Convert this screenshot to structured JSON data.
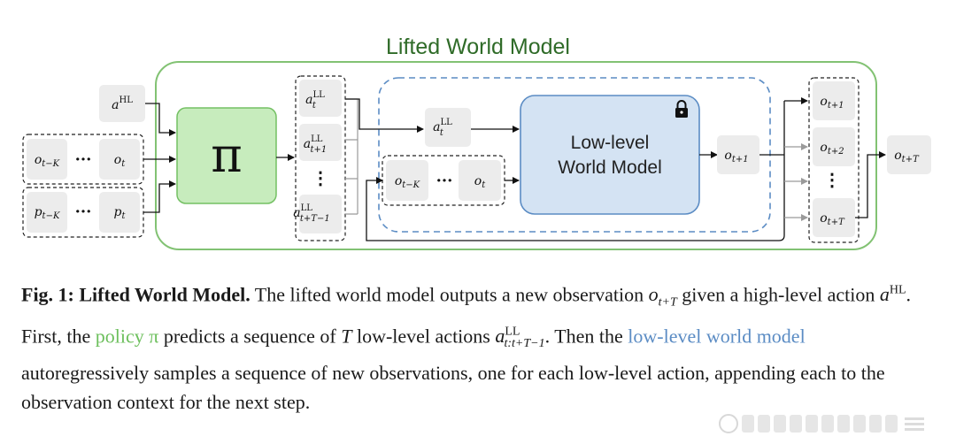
{
  "diagram": {
    "outer_title": "Lifted World Model",
    "inputs": {
      "high_level_action": "a^HL",
      "obs_first": "o_{t−K}",
      "obs_dots": "···",
      "obs_last": "o_t",
      "prop_first": "p_{t−K}",
      "prop_dots": "···",
      "prop_last": "p_t"
    },
    "policy_symbol": "π",
    "action_seq": [
      "a_t^LL",
      "a_{t+1}^LL",
      "⋮",
      "a_{t+T−1}^LL"
    ],
    "inner": {
      "current_action": "a_t^LL",
      "context_first": "o_{t−K}",
      "context_dots": "···",
      "context_last": "o_t",
      "model_label_line1": "Low-level",
      "model_label_line2": "World Model",
      "lock_icon": "lock-icon",
      "next_obs": "o_{t+1}"
    },
    "output_seq": [
      "o_{t+1}",
      "o_{t+2}",
      "⋮",
      "o_{t+T}"
    ],
    "final_output": "o_{t+T}",
    "colors": {
      "outer_border": "#82c273",
      "title": "#2f6b28",
      "policy_fill": "#c7ecbd",
      "policy_border": "#74c063",
      "model_fill": "#d4e3f3",
      "model_border": "#5b8cc4",
      "inner_dashed": "#5b8cc4",
      "node_fill": "#ececec"
    }
  },
  "caption": {
    "fig_label": "Fig. 1: Lifted World Model.",
    "s1": " The lifted world model outputs a new observation ",
    "o_var": "o",
    "o_sub": "t+T",
    "s2": " given a high-level action ",
    "a_var": "a",
    "a_sup": "HL",
    "s3": ". First, the ",
    "policy_text": "policy π",
    "s4": " predicts a sequence of ",
    "T_var": "T",
    "s5": " low-level actions ",
    "seq_var": "a",
    "seq_sup": "LL",
    "seq_sub": "t:t+T−1",
    "s6": ". Then the ",
    "lowlevel_text": "low-level world model",
    "s7": " autoregressively samples a sequence of new observations, one for each low-level action, appending each to the observation context for the next step."
  }
}
